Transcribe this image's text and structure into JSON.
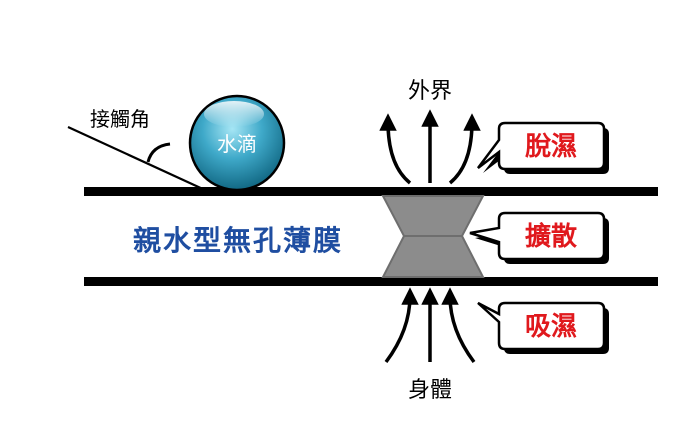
{
  "labels": {
    "contact_angle": "接觸角",
    "water_drop": "水滴",
    "membrane": "親水型無孔薄膜",
    "outside": "外界",
    "body": "身體"
  },
  "callouts": {
    "desorption": "脫濕",
    "diffusion": "擴散",
    "absorption": "吸濕"
  },
  "colors": {
    "membrane_text": "#1f4ea1",
    "callout_text": "#e0191d",
    "line": "#000000",
    "pore_fill": "#8c8c8c",
    "pore_stroke": "#6e6e6e",
    "drop_dark": "#0d6f8c",
    "drop_light": "#7fd3ea"
  },
  "icons": {
    "arrows_up_top": "arrow-up-icon",
    "arrows_up_bottom": "arrow-up-icon"
  }
}
